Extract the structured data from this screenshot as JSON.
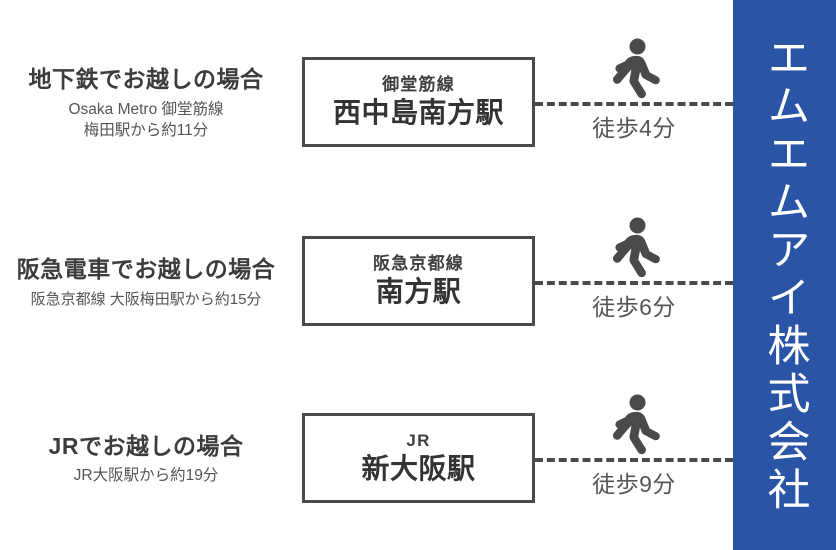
{
  "banner": {
    "company_name": "エムエムアイ株式会社",
    "color": "#2a54a6",
    "text_color": "#ffffff"
  },
  "theme": {
    "box_border_color": "#4a4a4a",
    "text_color": "#4a4a4a",
    "background": "#ffffff"
  },
  "routes": [
    {
      "heading": "地下鉄でお越しの場合",
      "sub_line1": "Osaka Metro 御堂筋線",
      "sub_line2": "梅田駅から約11分",
      "line_name": "御堂筋線",
      "station_name": "西中島南方駅",
      "walk_time": "徒歩4分",
      "walk_icon": "pedestrian-walking-icon"
    },
    {
      "heading": "阪急電車でお越しの場合",
      "sub_line1": "阪急京都線 大阪梅田駅から約15分",
      "sub_line2": "",
      "line_name": "阪急京都線",
      "station_name": "南方駅",
      "walk_time": "徒歩6分",
      "walk_icon": "pedestrian-walking-icon"
    },
    {
      "heading": "JRでお越しの場合",
      "sub_line1": "JR大阪駅から約19分",
      "sub_line2": "",
      "line_name": "JR",
      "station_name": "新大阪駅",
      "walk_time": "徒歩9分",
      "walk_icon": "pedestrian-walking-icon"
    }
  ]
}
